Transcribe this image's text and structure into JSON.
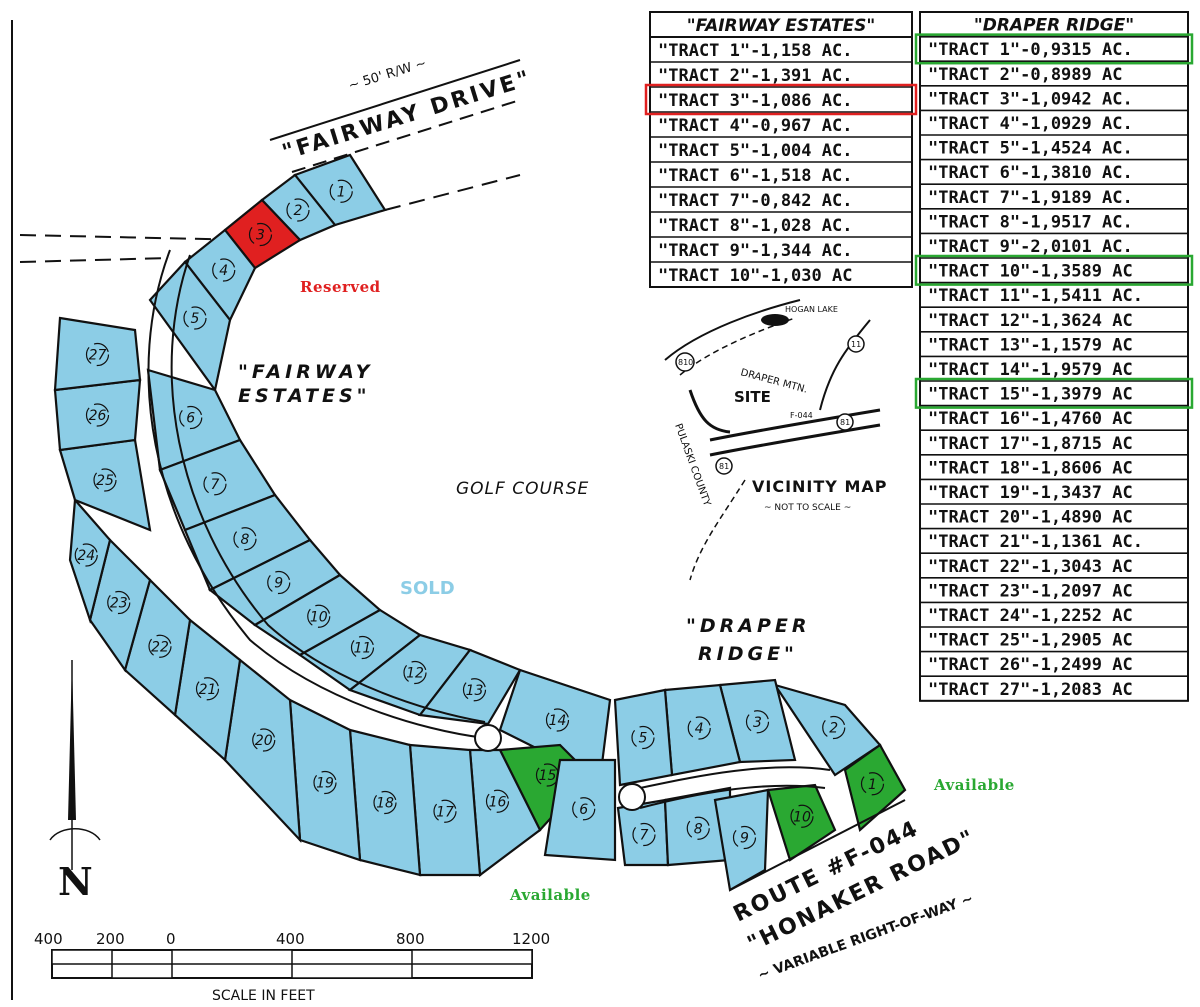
{
  "roads": {
    "fairway_drive_label": "\"FAIRWAY DRIVE\"",
    "row_label": "~ 50' R/W ~",
    "route_label": "ROUTE #F-044",
    "honaker_label": "\"HONAKER ROAD\"",
    "row_variable_label": "~ VARIABLE RIGHT-OF-WAY ~"
  },
  "subdivisions": {
    "fairway_label_1": "\"FAIRWAY",
    "fairway_label_2": "ESTATES\"",
    "draper_label_1": "\"DRAPER",
    "draper_label_2": "RIDGE\""
  },
  "golf_course_label": "GOLF COURSE",
  "status": {
    "reserved": "Reserved",
    "sold": "SOLD",
    "available_right": "Available",
    "available_bottom": "Available",
    "colors": {
      "reserved": "#e02020",
      "sold": "#8ccde6",
      "available": "#2aa832"
    }
  },
  "vicinity_map": {
    "title": "VICINITY MAP",
    "subtitle": "~ NOT TO SCALE ~",
    "site_label": "SITE",
    "mtn_label": "DRAPER MTN.",
    "lake_label": "HOGAN LAKE",
    "county_label": "PULASKI COUNTY",
    "route_labels": [
      "810",
      "11",
      "81",
      "81",
      "F-044"
    ]
  },
  "scale": {
    "ticks": [
      "400",
      "200",
      "0",
      "400",
      "800",
      "1200"
    ],
    "caption": "SCALE IN FEET"
  },
  "north_arrow_label": "N",
  "fairway_lots": [
    {
      "n": "1",
      "s": "sold"
    },
    {
      "n": "2",
      "s": "sold"
    },
    {
      "n": "3",
      "s": "reserved"
    },
    {
      "n": "4",
      "s": "sold"
    },
    {
      "n": "5",
      "s": "sold"
    },
    {
      "n": "6",
      "s": "sold"
    },
    {
      "n": "7",
      "s": "sold"
    },
    {
      "n": "8",
      "s": "sold"
    },
    {
      "n": "9",
      "s": "sold"
    },
    {
      "n": "10",
      "s": "sold"
    },
    {
      "n": "11",
      "s": "sold"
    },
    {
      "n": "12",
      "s": "sold"
    },
    {
      "n": "13",
      "s": "sold"
    },
    {
      "n": "14",
      "s": "sold"
    },
    {
      "n": "15",
      "s": "available"
    },
    {
      "n": "16",
      "s": "sold"
    },
    {
      "n": "17",
      "s": "sold"
    },
    {
      "n": "18",
      "s": "sold"
    },
    {
      "n": "19",
      "s": "sold"
    },
    {
      "n": "20",
      "s": "sold"
    },
    {
      "n": "21",
      "s": "sold"
    },
    {
      "n": "22",
      "s": "sold"
    },
    {
      "n": "23",
      "s": "sold"
    },
    {
      "n": "24",
      "s": "sold"
    },
    {
      "n": "25",
      "s": "sold"
    },
    {
      "n": "26",
      "s": "sold"
    },
    {
      "n": "27",
      "s": "sold"
    }
  ],
  "draper_lots": [
    {
      "n": "1",
      "s": "available"
    },
    {
      "n": "2",
      "s": "sold"
    },
    {
      "n": "3",
      "s": "sold"
    },
    {
      "n": "4",
      "s": "sold"
    },
    {
      "n": "5",
      "s": "sold"
    },
    {
      "n": "6",
      "s": "sold"
    },
    {
      "n": "7",
      "s": "sold"
    },
    {
      "n": "8",
      "s": "sold"
    },
    {
      "n": "9",
      "s": "sold"
    },
    {
      "n": "10",
      "s": "available"
    }
  ],
  "fairway_table": {
    "header": "\"FAIRWAY ESTATES\"",
    "rows": [
      "\"TRACT 1\"-1,158 AC.",
      "\"TRACT 2\"-1,391 AC.",
      "\"TRACT 3\"-1,086 AC.",
      "\"TRACT 4\"-0,967 AC.",
      "\"TRACT 5\"-1,004 AC.",
      "\"TRACT 6\"-1,518 AC.",
      "\"TRACT 7\"-0,842 AC.",
      "\"TRACT 8\"-1,028 AC.",
      "\"TRACT 9\"-1,344 AC.",
      "\"TRACT 10\"-1,030 AC"
    ],
    "highlight": [
      {
        "row": 2,
        "color": "#e02020"
      }
    ]
  },
  "draper_table": {
    "header": "\"DRAPER RIDGE\"",
    "rows": [
      "\"TRACT 1\"-0,9315 AC.",
      "\"TRACT 2\"-0,8989 AC",
      "\"TRACT 3\"-1,0942 AC.",
      "\"TRACT 4\"-1,0929 AC.",
      "\"TRACT 5\"-1,4524 AC.",
      "\"TRACT 6\"-1,3810 AC.",
      "\"TRACT 7\"-1,9189 AC.",
      "\"TRACT 8\"-1,9517 AC.",
      "\"TRACT 9\"-2,0101 AC.",
      "\"TRACT 10\"-1,3589 AC",
      "\"TRACT 11\"-1,5411 AC.",
      "\"TRACT 12\"-1,3624 AC",
      "\"TRACT 13\"-1,1579 AC",
      "\"TRACT 14\"-1,9579 AC",
      "\"TRACT 15\"-1,3979 AC",
      "\"TRACT 16\"-1,4760 AC",
      "\"TRACT 17\"-1,8715 AC",
      "\"TRACT 18\"-1,8606 AC",
      "\"TRACT 19\"-1,3437 AC",
      "\"TRACT 20\"-1,4890 AC",
      "\"TRACT 21\"-1,1361 AC.",
      "\"TRACT 22\"-1,3043 AC",
      "\"TRACT 23\"-1,2097 AC",
      "\"TRACT 24\"-1,2252 AC",
      "\"TRACT 25\"-1,2905 AC",
      "\"TRACT 26\"-1,2499 AC",
      "\"TRACT 27\"-1,2083 AC"
    ],
    "highlight": [
      {
        "row": 0,
        "color": "#2aa832"
      },
      {
        "row": 9,
        "color": "#2aa832"
      },
      {
        "row": 14,
        "color": "#2aa832"
      }
    ]
  }
}
